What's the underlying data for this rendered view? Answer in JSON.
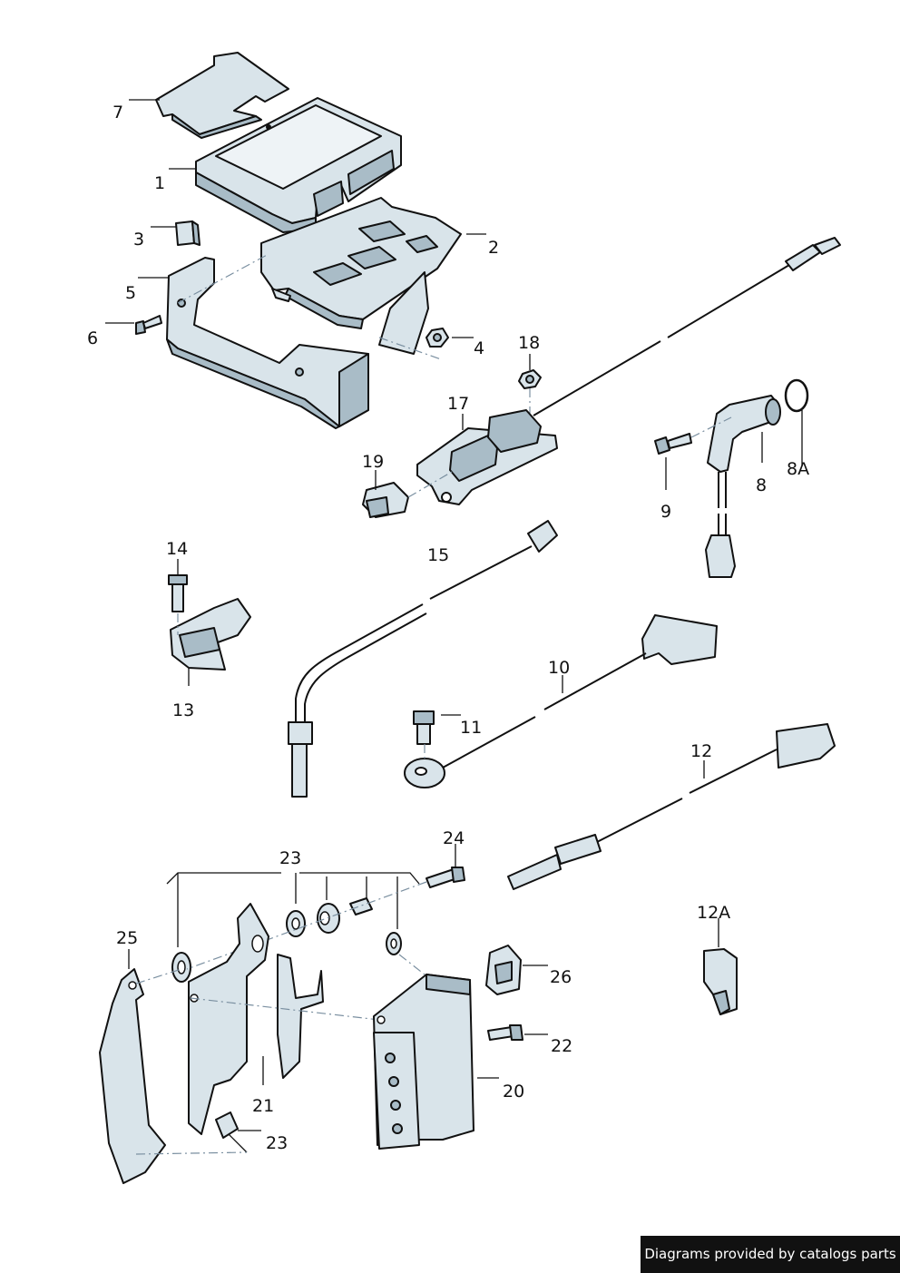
{
  "labels": {
    "p1": "1",
    "p2": "2",
    "p3": "3",
    "p4": "4",
    "p5": "5",
    "p6": "6",
    "p7": "7",
    "p8": "8",
    "p8a": "8A",
    "p9": "9",
    "p10": "10",
    "p11": "11",
    "p12": "12",
    "p12a": "12A",
    "p13": "13",
    "p14": "14",
    "p15": "15",
    "p17": "17",
    "p18": "18",
    "p19": "19",
    "p20": "20",
    "p21": "21",
    "p22": "22",
    "p23a": "23",
    "p23b": "23",
    "p24": "24",
    "p25": "25",
    "p26": "26"
  },
  "footer": {
    "credit": "Diagrams provided by catalogs parts"
  },
  "colors": {
    "part_fill": "#d9e4ea",
    "part_shade": "#a9bcc7",
    "outline": "#111111",
    "credit_bg": "#111111"
  }
}
